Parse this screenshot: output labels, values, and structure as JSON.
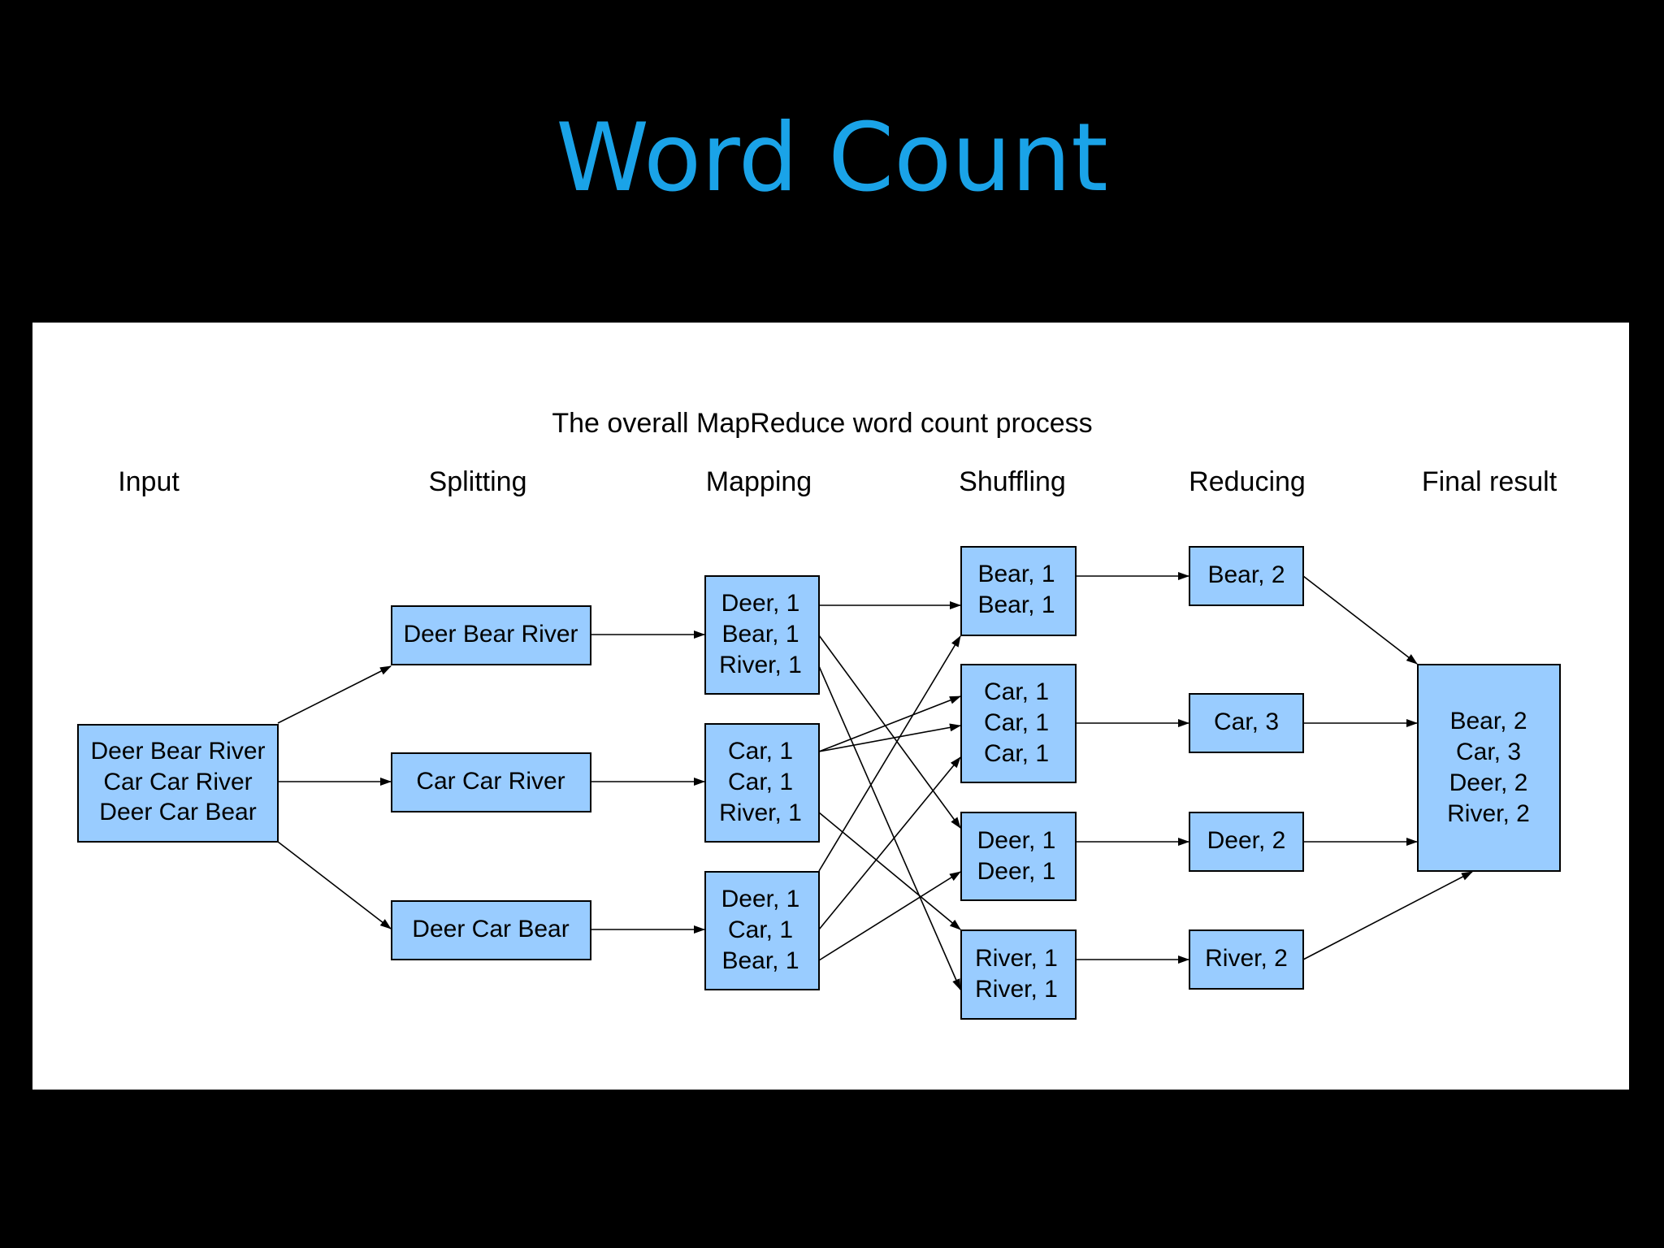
{
  "slide": {
    "title": "Word Count",
    "title_color": "#1aa3e8",
    "background": "#000000"
  },
  "diagram": {
    "caption": "The overall MapReduce word count process",
    "box_color": "#99ccff",
    "stages": [
      {
        "id": "input",
        "label": "Input"
      },
      {
        "id": "splitting",
        "label": "Splitting"
      },
      {
        "id": "mapping",
        "label": "Mapping"
      },
      {
        "id": "shuffling",
        "label": "Shuffling"
      },
      {
        "id": "reducing",
        "label": "Reducing"
      },
      {
        "id": "final",
        "label": "Final result"
      }
    ],
    "boxes": [
      {
        "id": "input-1",
        "stage": "input",
        "lines": [
          "Deer Bear River",
          "Car Car River",
          "Deer Car Bear"
        ]
      },
      {
        "id": "split-1",
        "stage": "splitting",
        "lines": [
          "Deer Bear River"
        ]
      },
      {
        "id": "split-2",
        "stage": "splitting",
        "lines": [
          "Car Car River"
        ]
      },
      {
        "id": "split-3",
        "stage": "splitting",
        "lines": [
          "Deer Car Bear"
        ]
      },
      {
        "id": "map-1",
        "stage": "mapping",
        "lines": [
          "Deer, 1",
          "Bear, 1",
          "River, 1"
        ]
      },
      {
        "id": "map-2",
        "stage": "mapping",
        "lines": [
          "Car, 1",
          "Car, 1",
          "River, 1"
        ]
      },
      {
        "id": "map-3",
        "stage": "mapping",
        "lines": [
          "Deer, 1",
          "Car, 1",
          "Bear, 1"
        ]
      },
      {
        "id": "shuffle-bear",
        "stage": "shuffling",
        "lines": [
          "Bear, 1",
          "Bear, 1"
        ]
      },
      {
        "id": "shuffle-car",
        "stage": "shuffling",
        "lines": [
          "Car, 1",
          "Car, 1",
          "Car, 1"
        ]
      },
      {
        "id": "shuffle-deer",
        "stage": "shuffling",
        "lines": [
          "Deer, 1",
          "Deer, 1"
        ]
      },
      {
        "id": "shuffle-river",
        "stage": "shuffling",
        "lines": [
          "River, 1",
          "River, 1"
        ]
      },
      {
        "id": "reduce-bear",
        "stage": "reducing",
        "lines": [
          "Bear, 2"
        ]
      },
      {
        "id": "reduce-car",
        "stage": "reducing",
        "lines": [
          "Car, 3"
        ]
      },
      {
        "id": "reduce-deer",
        "stage": "reducing",
        "lines": [
          "Deer, 2"
        ]
      },
      {
        "id": "reduce-river",
        "stage": "reducing",
        "lines": [
          "River, 2"
        ]
      },
      {
        "id": "final-1",
        "stage": "final",
        "lines": [
          "Bear, 2",
          "Car, 3",
          "Deer, 2",
          "River, 2"
        ]
      }
    ],
    "edges": [
      {
        "from": "input-1",
        "to": "split-1"
      },
      {
        "from": "input-1",
        "to": "split-2"
      },
      {
        "from": "input-1",
        "to": "split-3"
      },
      {
        "from": "split-1",
        "to": "map-1"
      },
      {
        "from": "split-2",
        "to": "map-2"
      },
      {
        "from": "split-3",
        "to": "map-3"
      },
      {
        "from": "map-1",
        "to": "shuffle-bear",
        "via": "Deer, 1 line"
      },
      {
        "from": "map-1",
        "to": "shuffle-deer"
      },
      {
        "from": "map-1",
        "to": "shuffle-river"
      },
      {
        "from": "map-2",
        "to": "shuffle-car"
      },
      {
        "from": "map-2",
        "to": "shuffle-car"
      },
      {
        "from": "map-2",
        "to": "shuffle-river"
      },
      {
        "from": "map-3",
        "to": "shuffle-bear"
      },
      {
        "from": "map-3",
        "to": "shuffle-car"
      },
      {
        "from": "map-3",
        "to": "shuffle-deer"
      },
      {
        "from": "shuffle-bear",
        "to": "reduce-bear"
      },
      {
        "from": "shuffle-car",
        "to": "reduce-car"
      },
      {
        "from": "shuffle-deer",
        "to": "reduce-deer"
      },
      {
        "from": "shuffle-river",
        "to": "reduce-river"
      },
      {
        "from": "reduce-bear",
        "to": "final-1"
      },
      {
        "from": "reduce-car",
        "to": "final-1"
      },
      {
        "from": "reduce-deer",
        "to": "final-1"
      },
      {
        "from": "reduce-river",
        "to": "final-1"
      }
    ]
  }
}
